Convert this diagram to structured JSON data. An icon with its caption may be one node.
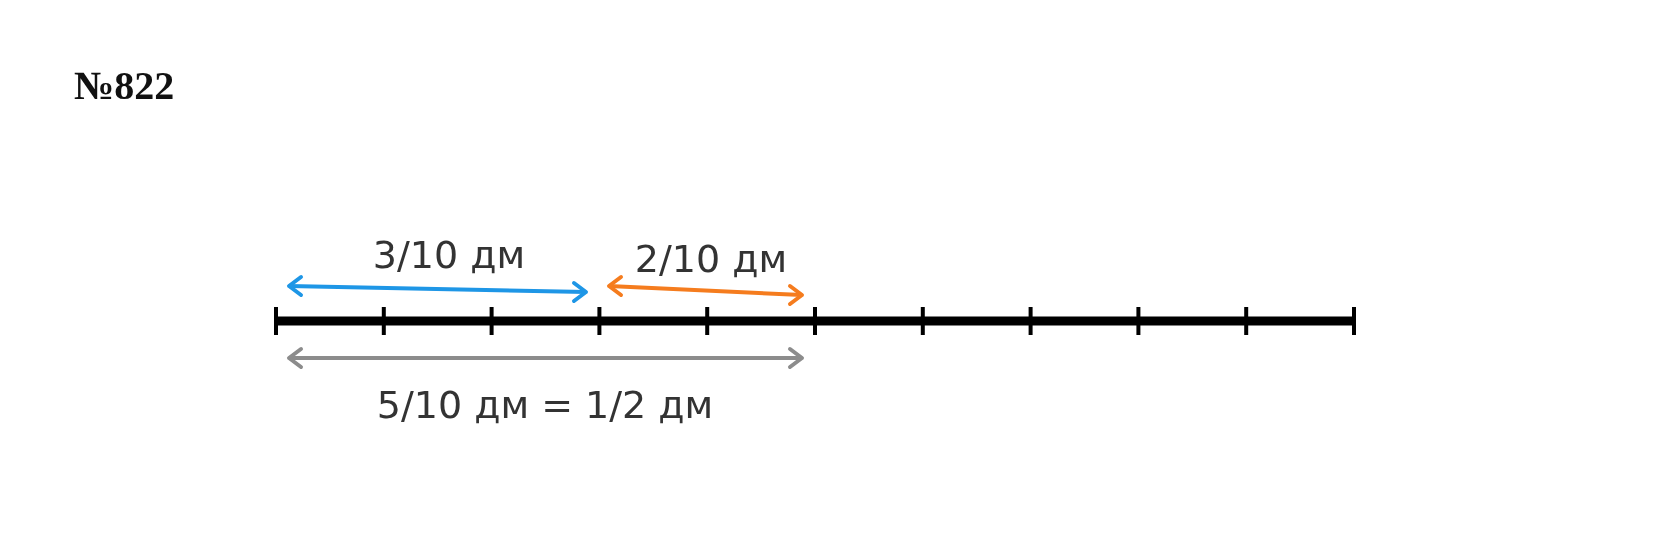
{
  "diagram": {
    "title": "№822",
    "labels": [
      "3/10 дм",
      "2/10 дм",
      "5/10 дм = 1/2 дм"
    ]
  }
}
